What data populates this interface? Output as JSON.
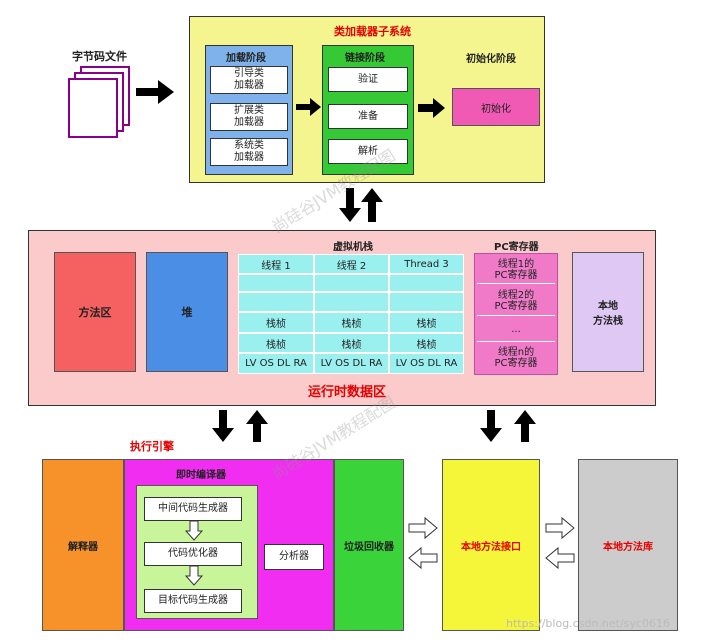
{
  "bytecode": {
    "label": "字节码文件"
  },
  "loader": {
    "title": "类加载器子系统",
    "load_phase": {
      "title": "加载阶段",
      "items": [
        "引导类\n加载器",
        "扩展类\n加载器",
        "系统类\n加载器"
      ]
    },
    "link_phase": {
      "title": "链接阶段",
      "items": [
        "验证",
        "准备",
        "解析"
      ]
    },
    "init_phase": {
      "title": "初始化阶段",
      "box": "初始化"
    }
  },
  "runtime": {
    "title": "运行时数据区",
    "method_area": "方法区",
    "heap": "堆",
    "vm_stack": {
      "title": "虚拟机栈",
      "threads": [
        "线程 1",
        "线程 2",
        "Thread 3"
      ],
      "frame": "栈桢",
      "lv_row": "LV OS DL RA"
    },
    "pc_register": {
      "title": "PC寄存器",
      "items": [
        "线程1的\nPC寄存器",
        "线程2的\nPC寄存器",
        "...",
        "线程n的\nPC寄存器"
      ]
    },
    "native_stack": "本地\n方法栈"
  },
  "engine": {
    "title": "执行引擎",
    "interpreter": "解释器",
    "jit": {
      "title": "即时编译器",
      "steps": [
        "中间代码生成器",
        "代码优化器",
        "目标代码生成器"
      ],
      "analyzer": "分析器"
    },
    "gc": "垃圾回收器"
  },
  "native_interface": "本地方法接口",
  "native_library": "本地方法库",
  "watermarks": [
    "尚硅谷JVM教程配图",
    "尚硅谷JVM教程配图"
  ],
  "footer_url": "https://blog.csdn.net/syc0616",
  "colors": {
    "loader_bg": "#f5f590",
    "load_phase": "#7fb2ea",
    "link_phase": "#36c936",
    "init_box": "#f05ab4",
    "runtime_bg": "#fbcaca",
    "method_area": "#f56060",
    "heap": "#4a8ee6",
    "stack_cell": "#9aefef",
    "pc_bg": "#f07ac8",
    "native_stack": "#e0c8f5",
    "interpreter": "#f7922a",
    "jit": "#f02df0",
    "jit_inner": "#c8f59a",
    "gc": "#3ad33a",
    "native_interface": "#f5f53a",
    "native_library": "#cccccc"
  }
}
